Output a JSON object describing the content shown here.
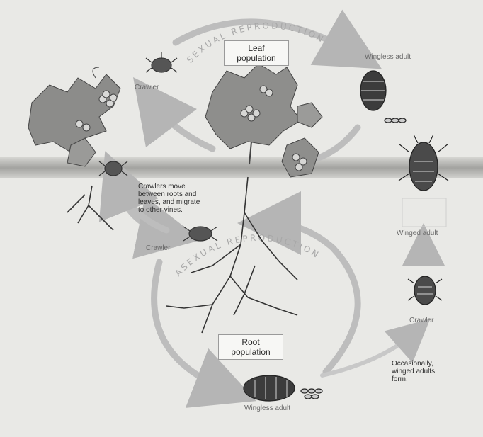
{
  "cycle_upper": "SEXUAL REPRODUCTION",
  "cycle_lower": "ASEXUAL REPRODUCTION",
  "leaf_population": [
    "Leaf",
    "population"
  ],
  "root_population": [
    "Root",
    "population"
  ],
  "labels": {
    "crawler_top": "Crawler",
    "wingless_adult_top": "Wingless adult",
    "winged_adult": "Winged adult",
    "crawler_mid": "Crawler",
    "crawler_right": "Crawler",
    "wingless_adult_bottom": "Wingless adult"
  },
  "notes": {
    "crawlers_move": [
      "Crawlers move",
      "between roots and",
      "leaves, and migrate",
      "to other vines."
    ],
    "occasionally": [
      "Occasionally,",
      "winged adults",
      "form."
    ]
  },
  "colors": {
    "background": "#e9e9e6",
    "soil_band": "#a9a9a5",
    "arrow": "#bdbdbd",
    "ink": "#333333"
  }
}
